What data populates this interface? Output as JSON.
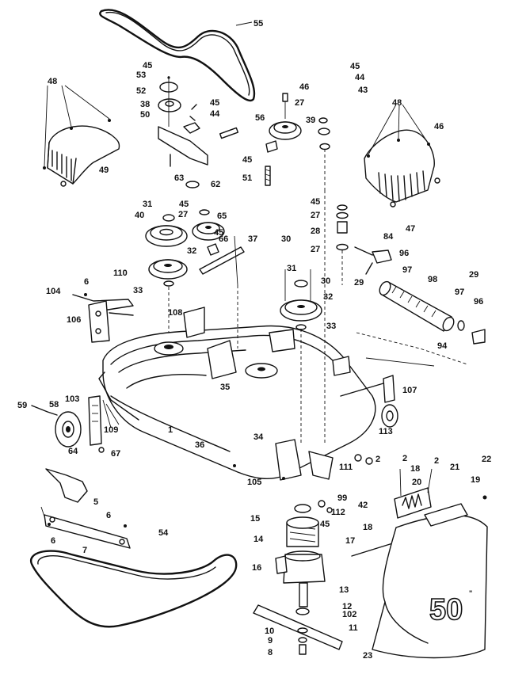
{
  "diagram": {
    "badge_text": "50",
    "badge_unit": "\"",
    "callouts": [
      {
        "id": "c55a",
        "text": "55"
      },
      {
        "id": "c48l",
        "text": "48"
      },
      {
        "id": "c49",
        "text": "49"
      },
      {
        "id": "c45a",
        "text": "45"
      },
      {
        "id": "c53",
        "text": "53"
      },
      {
        "id": "c52",
        "text": "52"
      },
      {
        "id": "c38",
        "text": "38"
      },
      {
        "id": "c50",
        "text": "50"
      },
      {
        "id": "c45b",
        "text": "45"
      },
      {
        "id": "c44a",
        "text": "44"
      },
      {
        "id": "c63",
        "text": "63"
      },
      {
        "id": "c62",
        "text": "62"
      },
      {
        "id": "c56",
        "text": "56"
      },
      {
        "id": "c46a",
        "text": "46"
      },
      {
        "id": "c27a",
        "text": "27"
      },
      {
        "id": "c39",
        "text": "39"
      },
      {
        "id": "c45c",
        "text": "45"
      },
      {
        "id": "c51",
        "text": "51"
      },
      {
        "id": "c45d",
        "text": "45"
      },
      {
        "id": "c44b",
        "text": "44"
      },
      {
        "id": "c43",
        "text": "43"
      },
      {
        "id": "c48r",
        "text": "48"
      },
      {
        "id": "c46b",
        "text": "46"
      },
      {
        "id": "c47",
        "text": "47"
      },
      {
        "id": "c31a",
        "text": "31"
      },
      {
        "id": "c45e",
        "text": "45"
      },
      {
        "id": "c40",
        "text": "40"
      },
      {
        "id": "c27b",
        "text": "27"
      },
      {
        "id": "c65",
        "text": "65"
      },
      {
        "id": "c45f",
        "text": "45"
      },
      {
        "id": "c37",
        "text": "37"
      },
      {
        "id": "c66",
        "text": "66"
      },
      {
        "id": "c32a",
        "text": "32"
      },
      {
        "id": "c33a",
        "text": "33"
      },
      {
        "id": "c45g",
        "text": "45"
      },
      {
        "id": "c27c",
        "text": "27"
      },
      {
        "id": "c28",
        "text": "28"
      },
      {
        "id": "c27d",
        "text": "27"
      },
      {
        "id": "c84",
        "text": "84"
      },
      {
        "id": "c96a",
        "text": "96"
      },
      {
        "id": "c29a",
        "text": "29"
      },
      {
        "id": "c30a",
        "text": "30"
      },
      {
        "id": "c31b",
        "text": "31"
      },
      {
        "id": "c30b",
        "text": "30"
      },
      {
        "id": "c32b",
        "text": "32"
      },
      {
        "id": "c33b",
        "text": "33"
      },
      {
        "id": "c97a",
        "text": "97"
      },
      {
        "id": "c98",
        "text": "98"
      },
      {
        "id": "c29b",
        "text": "29"
      },
      {
        "id": "c97b",
        "text": "97"
      },
      {
        "id": "c96b",
        "text": "96"
      },
      {
        "id": "c6a",
        "text": "6"
      },
      {
        "id": "c110",
        "text": "110"
      },
      {
        "id": "c104",
        "text": "104"
      },
      {
        "id": "c106",
        "text": "106"
      },
      {
        "id": "c108",
        "text": "108"
      },
      {
        "id": "c94",
        "text": "94"
      },
      {
        "id": "c35",
        "text": "35"
      },
      {
        "id": "c107",
        "text": "107"
      },
      {
        "id": "c59",
        "text": "59"
      },
      {
        "id": "c58",
        "text": "58"
      },
      {
        "id": "c103",
        "text": "103"
      },
      {
        "id": "c109",
        "text": "109"
      },
      {
        "id": "c1",
        "text": "1"
      },
      {
        "id": "c64",
        "text": "64"
      },
      {
        "id": "c67",
        "text": "67"
      },
      {
        "id": "c34",
        "text": "34"
      },
      {
        "id": "c113",
        "text": "113"
      },
      {
        "id": "c36",
        "text": "36"
      },
      {
        "id": "c2a",
        "text": "2"
      },
      {
        "id": "c111",
        "text": "111"
      },
      {
        "id": "c22",
        "text": "22"
      },
      {
        "id": "c2b",
        "text": "2"
      },
      {
        "id": "c18a",
        "text": "18"
      },
      {
        "id": "c2c",
        "text": "2"
      },
      {
        "id": "c21",
        "text": "21"
      },
      {
        "id": "c20",
        "text": "20"
      },
      {
        "id": "c19",
        "text": "19"
      },
      {
        "id": "c105",
        "text": "105"
      },
      {
        "id": "c99",
        "text": "99"
      },
      {
        "id": "c42",
        "text": "42"
      },
      {
        "id": "c5",
        "text": "5"
      },
      {
        "id": "c15",
        "text": "15"
      },
      {
        "id": "c112",
        "text": "112"
      },
      {
        "id": "c45h",
        "text": "45"
      },
      {
        "id": "c6b",
        "text": "6"
      },
      {
        "id": "c6c",
        "text": "6"
      },
      {
        "id": "c7",
        "text": "7"
      },
      {
        "id": "c54",
        "text": "54"
      },
      {
        "id": "c14",
        "text": "14"
      },
      {
        "id": "c18b",
        "text": "18"
      },
      {
        "id": "c17",
        "text": "17"
      },
      {
        "id": "c16",
        "text": "16"
      },
      {
        "id": "c13",
        "text": "13"
      },
      {
        "id": "c12",
        "text": "12"
      },
      {
        "id": "c102",
        "text": "102"
      },
      {
        "id": "c11",
        "text": "11"
      },
      {
        "id": "c10",
        "text": "10"
      },
      {
        "id": "c9",
        "text": "9"
      },
      {
        "id": "c8",
        "text": "8"
      },
      {
        "id": "c23",
        "text": "23"
      }
    ]
  }
}
